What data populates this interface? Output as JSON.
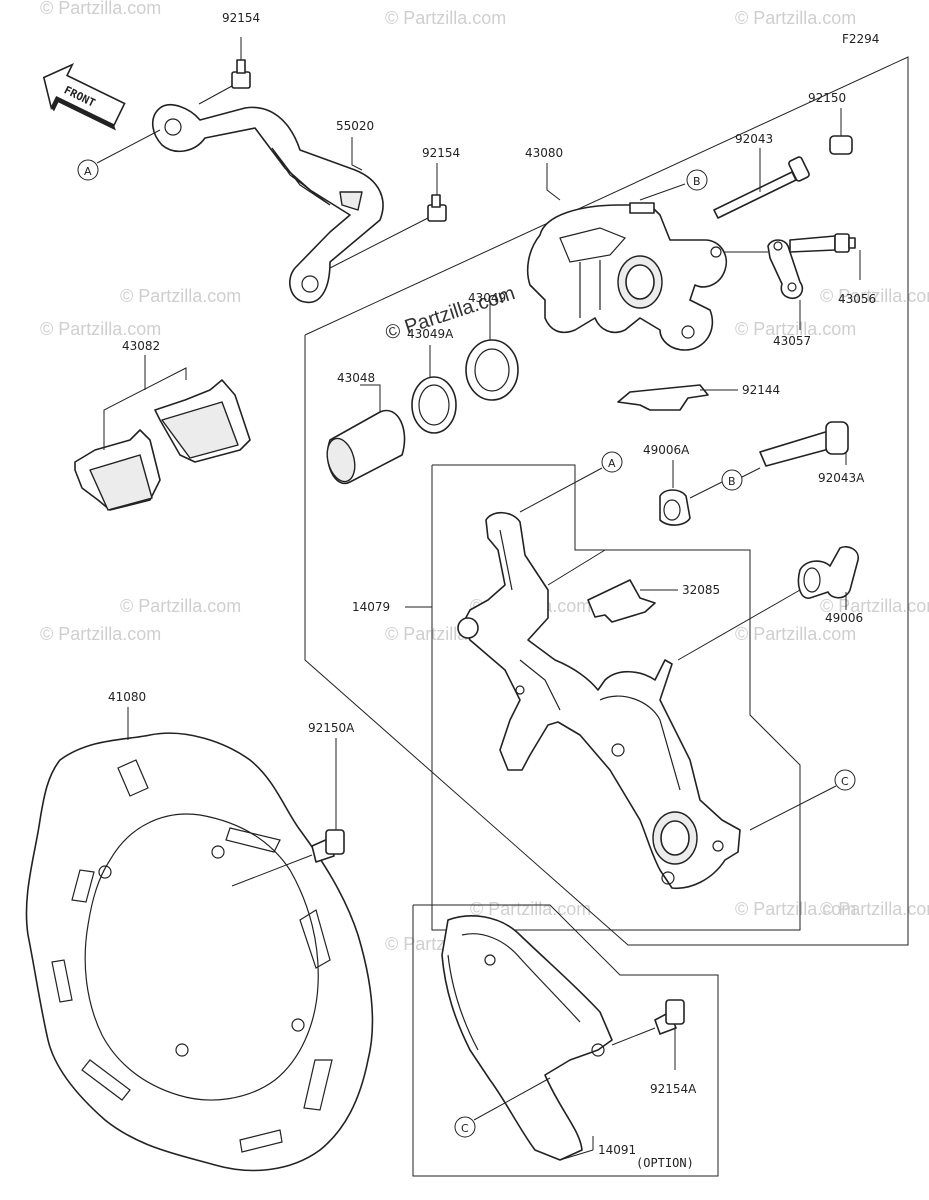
{
  "diagram_code": "F2294",
  "front_label": "FRONT",
  "option_label": "(OPTION)",
  "watermark_text": "© Partzilla.com",
  "watermark_main": "© Partzilla.com",
  "callouts": {
    "A": "A",
    "B": "B",
    "C": "C"
  },
  "parts": {
    "p92154_top": "92154",
    "p55020": "55020",
    "p92154_mid": "92154",
    "p43080": "43080",
    "p92150": "92150",
    "p92043": "92043",
    "p43056": "43056",
    "p43057": "43057",
    "p43082": "43082",
    "p43049": "43049",
    "p43049A": "43049A",
    "p43048": "43048",
    "p92144": "92144",
    "p49006A": "49006A",
    "p92043A": "92043A",
    "p32085": "32085",
    "p14079": "14079",
    "p49006": "49006",
    "p41080": "41080",
    "p92150A": "92150A",
    "p92154A": "92154A",
    "p14091": "14091"
  }
}
